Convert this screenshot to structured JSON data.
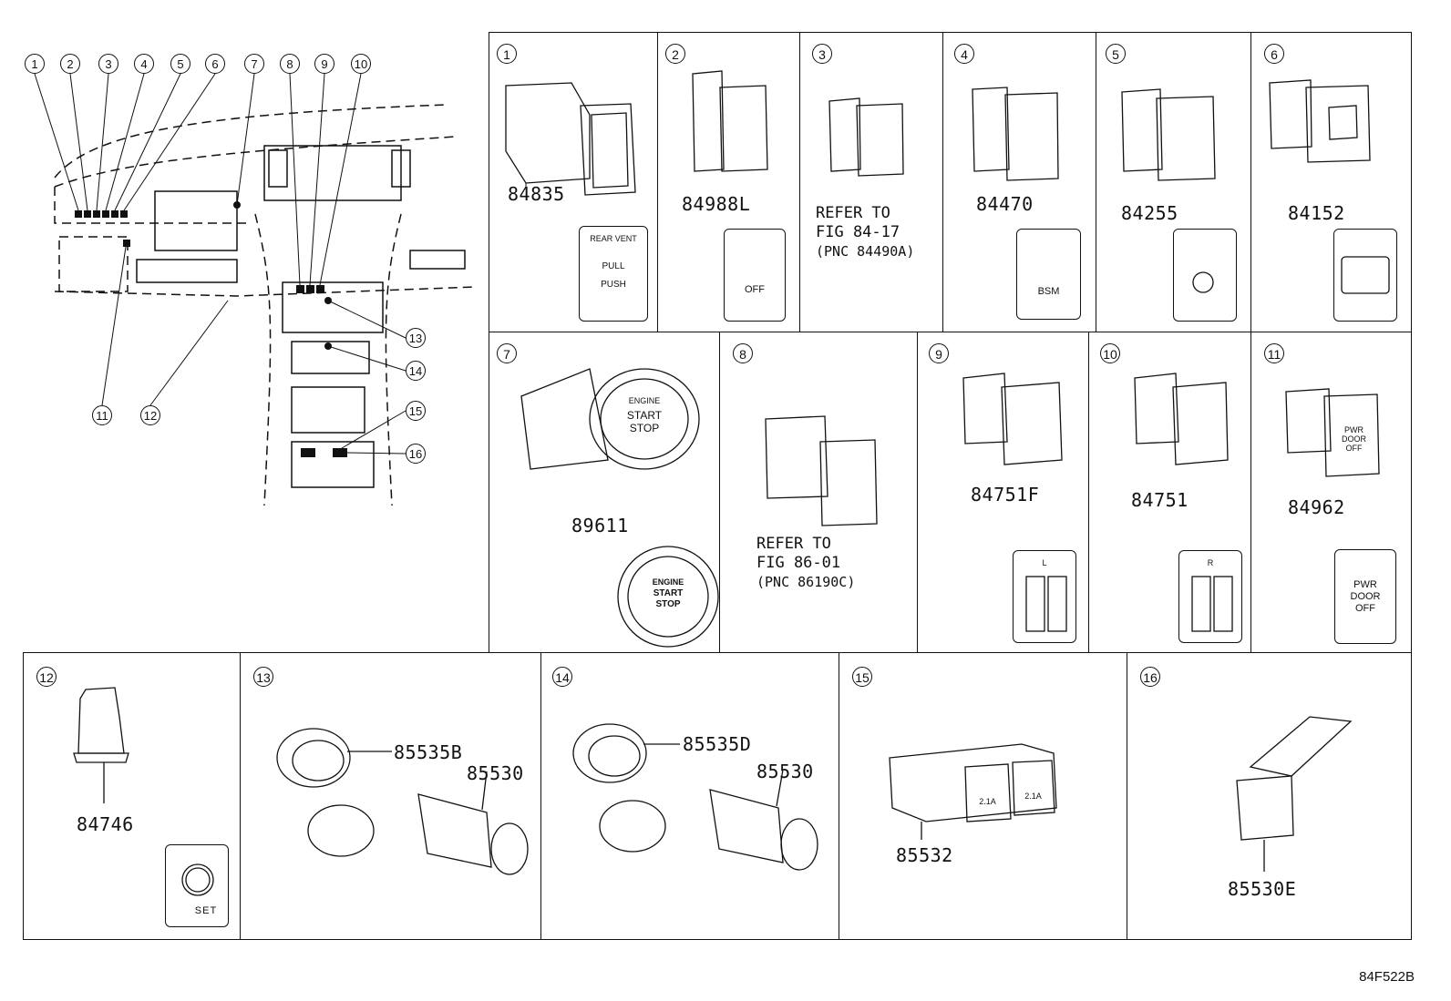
{
  "diagram_code": "84F522B",
  "overview": {
    "callouts": [
      "1",
      "2",
      "3",
      "4",
      "5",
      "6",
      "7",
      "8",
      "9",
      "10",
      "11",
      "12",
      "13",
      "14",
      "15",
      "16"
    ]
  },
  "panels": [
    {
      "num": "1",
      "part": "84835",
      "icon": {
        "title": "REAR VENT",
        "lines": [
          "PULL",
          "PUSH"
        ]
      }
    },
    {
      "num": "2",
      "part": "84988L",
      "icon": {
        "label": "OFF"
      }
    },
    {
      "num": "3",
      "ref": [
        "REFER TO",
        "FIG 84-17",
        "(PNC 84490A)"
      ]
    },
    {
      "num": "4",
      "part": "84470",
      "icon": {
        "label": "BSM"
      }
    },
    {
      "num": "5",
      "part": "84255"
    },
    {
      "num": "6",
      "part": "84152"
    },
    {
      "num": "7",
      "part": "89611",
      "icon": {
        "lines": [
          "ENGINE",
          "START",
          "STOP"
        ]
      },
      "button_lines": [
        "ENGINE",
        "START",
        "STOP"
      ]
    },
    {
      "num": "8",
      "ref": [
        "REFER TO",
        "FIG 86-01",
        "(PNC 86190C)"
      ]
    },
    {
      "num": "9",
      "part": "84751F",
      "icon": {
        "side": "L"
      }
    },
    {
      "num": "10",
      "part": "84751",
      "icon": {
        "side": "R"
      }
    },
    {
      "num": "11",
      "part": "84962",
      "icon": {
        "lines": [
          "PWR",
          "DOOR",
          "OFF"
        ]
      },
      "button_lines": [
        "PWR",
        "DOOR",
        "OFF"
      ]
    },
    {
      "num": "12",
      "part": "84746",
      "icon": {
        "label": "SET"
      }
    },
    {
      "num": "13",
      "parts": [
        "85535B",
        "85530"
      ]
    },
    {
      "num": "14",
      "parts": [
        "85535D",
        "85530"
      ]
    },
    {
      "num": "15",
      "part": "85532",
      "port_labels": [
        "2.1A",
        "2.1A"
      ]
    },
    {
      "num": "16",
      "part": "85530E"
    }
  ]
}
